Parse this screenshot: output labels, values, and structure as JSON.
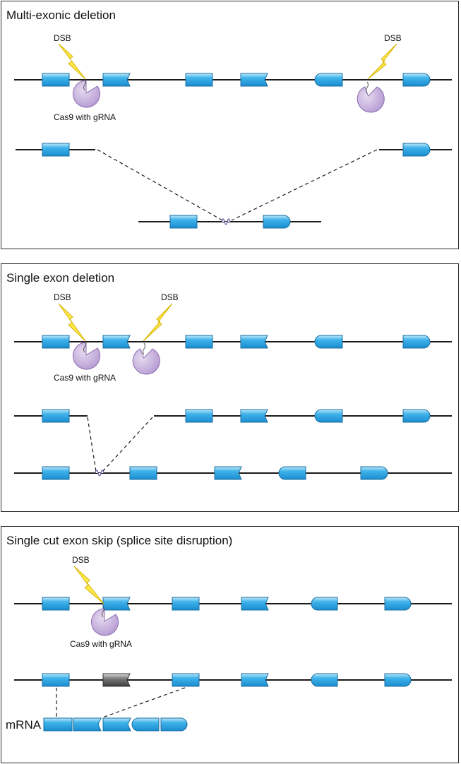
{
  "panels": [
    {
      "title": "Multi-exonic deletion",
      "dsb_label": "DSB",
      "cas9_label": "Cas9 with gRNA"
    },
    {
      "title": "Single exon deletion",
      "dsb_label": "DSB",
      "cas9_label": "Cas9 with gRNA"
    },
    {
      "title": "Single cut exon skip (splice site disruption)",
      "dsb_label": "DSB",
      "cas9_label": "Cas9 with gRNA",
      "mrna_label": "mRNA"
    }
  ],
  "colors": {
    "exon": "#29a6e3",
    "exon_highlight": "#bfe8fb",
    "exon_stroke": "#1b6fa0",
    "disrupted_exon": "#6d6d6d",
    "cas9": "#c6b1db",
    "cas9_stroke": "#8c6bb0",
    "lightning": "#ffe94a",
    "lightning_stroke": "#d4b300",
    "scar": "#5a4fa0",
    "line": "#1a1a1a"
  },
  "icons": [
    "lightning-bolt-icon",
    "cas9-enzyme-icon",
    "exon-block-icon",
    "deletion-scar-icon"
  ]
}
